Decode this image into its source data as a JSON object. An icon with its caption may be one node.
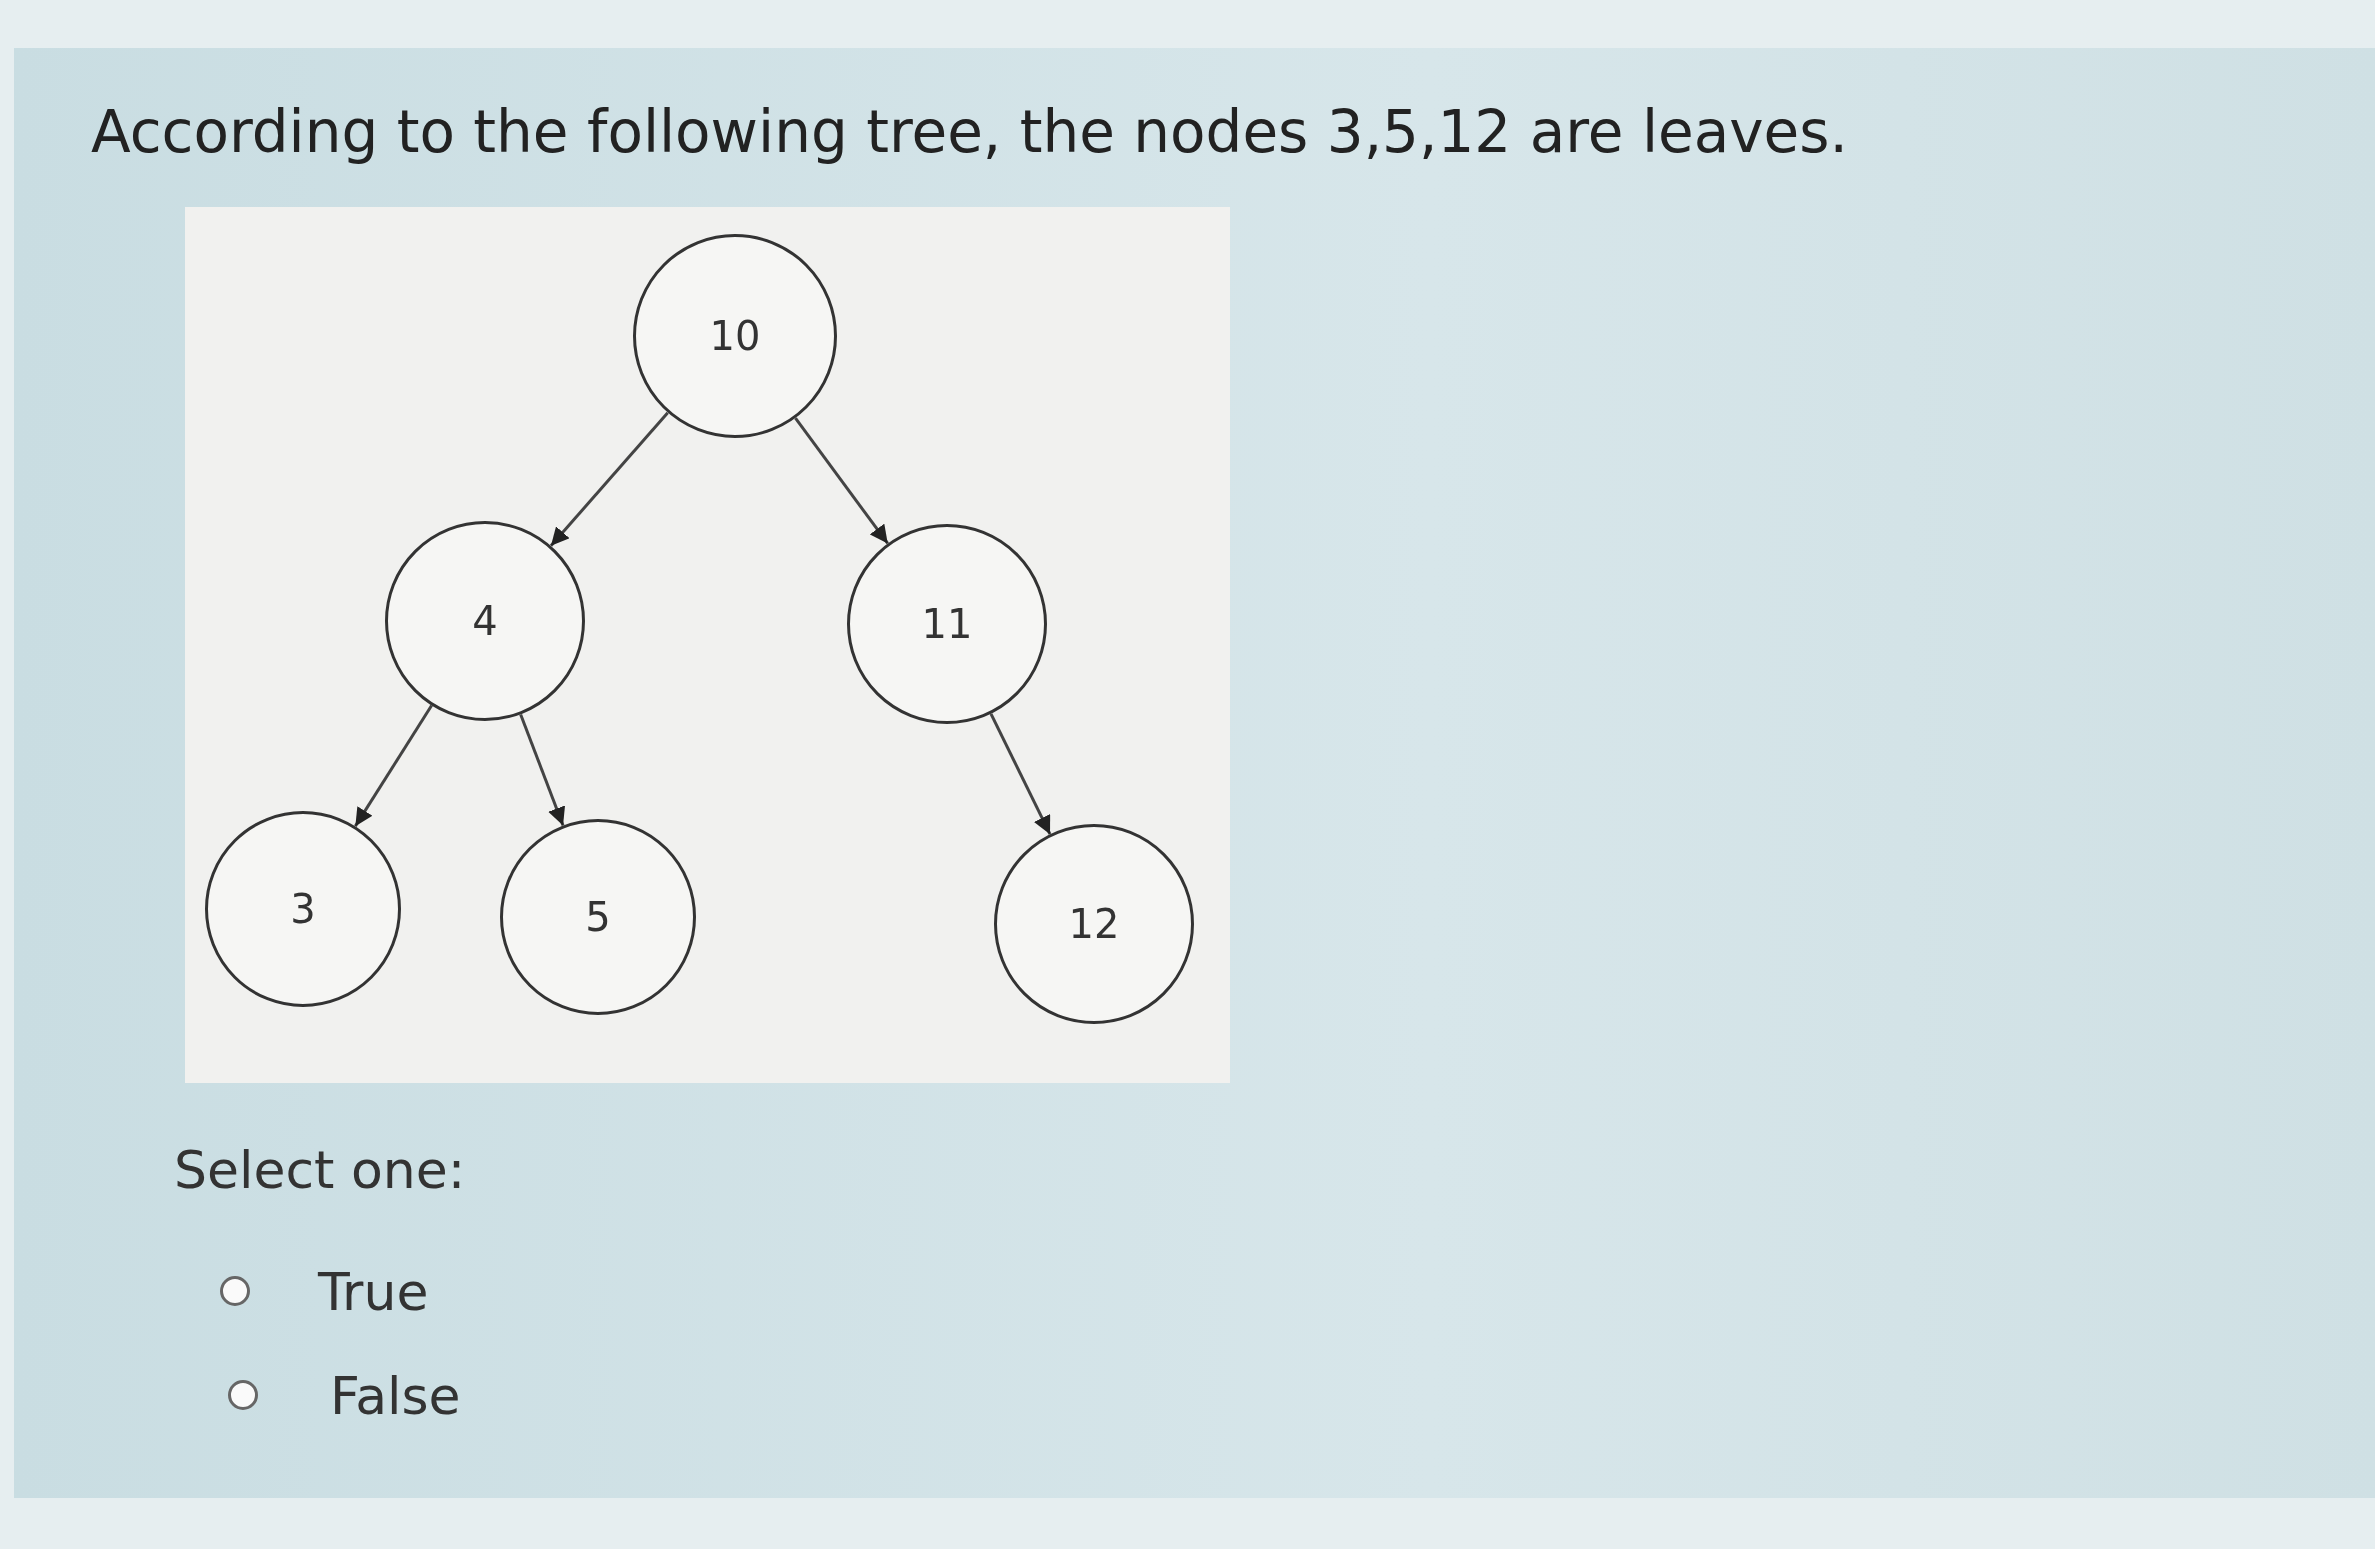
{
  "diagram": {
    "title": "According to the following tree, the nodes 3,5,12 are leaves.",
    "nodes": [
      {
        "text": [
          "10"
        ]
      },
      {
        "text": [
          "4"
        ]
      },
      {
        "text": [
          "11"
        ]
      },
      {
        "text": [
          "3"
        ]
      },
      {
        "text": [
          "5"
        ]
      },
      {
        "text": [
          "12"
        ]
      }
    ],
    "edges": [
      {
        "from": 0,
        "to": 1,
        "arrow": "to"
      },
      {
        "from": 0,
        "to": 2,
        "arrow": "to"
      },
      {
        "from": 1,
        "to": 3,
        "arrow": "to"
      },
      {
        "from": 1,
        "to": 4,
        "arrow": "to"
      },
      {
        "from": 2,
        "to": 5,
        "arrow": "to"
      }
    ],
    "labels": [
      "Select one:",
      "True",
      "False"
    ]
  }
}
